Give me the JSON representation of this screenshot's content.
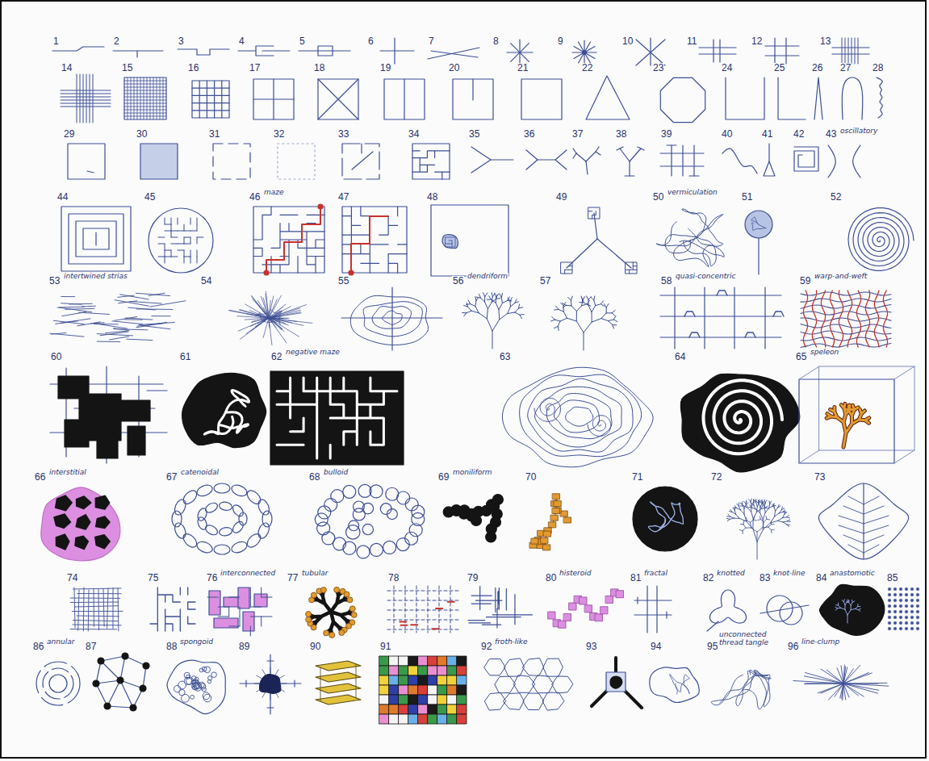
{
  "diagram": {
    "labels": [
      "1",
      "2",
      "3",
      "4",
      "5",
      "6",
      "7",
      "8",
      "9",
      "10",
      "11",
      "12",
      "13",
      "14",
      "15",
      "16",
      "17",
      "18",
      "19",
      "20",
      "21",
      "22",
      "23",
      "24",
      "25",
      "26",
      "27",
      "28",
      "29",
      "30",
      "31",
      "32",
      "33",
      "34",
      "35",
      "36",
      "37",
      "38",
      "39",
      "40",
      "41",
      "42",
      "43",
      "44",
      "45",
      "46",
      "47",
      "48",
      "49",
      "50",
      "51",
      "52",
      "53",
      "54",
      "55",
      "56",
      "57",
      "58",
      "59",
      "60",
      "61",
      "62",
      "63",
      "64",
      "65",
      "66",
      "67",
      "68",
      "69",
      "70",
      "71",
      "72",
      "73",
      "74",
      "75",
      "76",
      "77",
      "78",
      "79",
      "80",
      "81",
      "82",
      "83",
      "84",
      "85",
      "86",
      "87",
      "88",
      "89",
      "90",
      "91",
      "92",
      "93",
      "94",
      "95",
      "96",
      "oscillatory",
      "maze",
      "vermiculation",
      "intertwined strias",
      "dendriform",
      "quasi-concentric",
      "warp-and-weft",
      "negative maze",
      "speleon",
      "interstitial",
      "catenoidal",
      "bulloid",
      "moniliform",
      "interconnected",
      "tubular",
      "histeroid",
      "fractal",
      "knotted",
      "knot-line",
      "anastomotic",
      "annular",
      "spongoid",
      "froth-like",
      "unconnected thread tangle",
      "line-clump"
    ]
  }
}
